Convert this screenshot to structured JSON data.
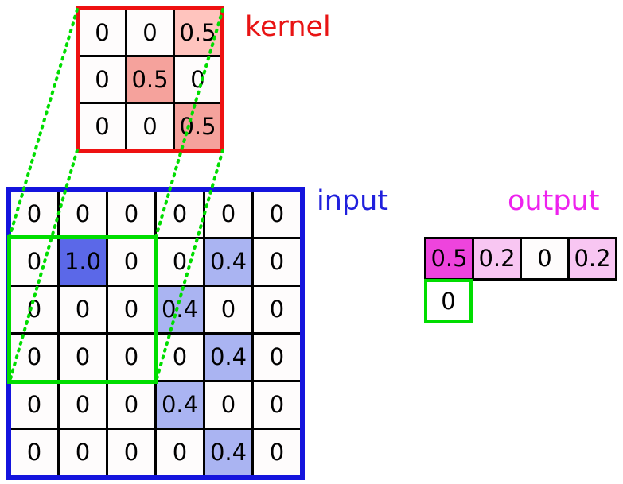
{
  "labels": {
    "kernel": "kernel",
    "input": "input",
    "output": "output"
  },
  "kernel": {
    "rows": [
      [
        "0",
        "0",
        "0.5"
      ],
      [
        "0",
        "0.5",
        "0"
      ],
      [
        "0",
        "0",
        "0.5"
      ]
    ]
  },
  "input": {
    "rows": [
      [
        "0",
        "0",
        "0",
        "0",
        "0",
        "0"
      ],
      [
        "0",
        "1.0",
        "0",
        "0",
        "0.4",
        "0"
      ],
      [
        "0",
        "0",
        "0",
        "0.4",
        "0",
        "0"
      ],
      [
        "0",
        "0",
        "0",
        "0",
        "0.4",
        "0"
      ],
      [
        "0",
        "0",
        "0",
        "0.4",
        "0",
        "0"
      ],
      [
        "0",
        "0",
        "0",
        "0",
        "0.4",
        "0"
      ]
    ]
  },
  "output": {
    "cells": [
      "0.5",
      "0.2",
      "0",
      "0.2"
    ],
    "pending": "0"
  },
  "colors": {
    "kernel_border": "#ee1111",
    "kernel_highlight": "#f5a29c",
    "kernel_highlight_light": "#ffc4be",
    "input_border": "#1414dd",
    "input_strong": "#5b68e8",
    "input_light": "#aab4f2",
    "green": "#00dd00",
    "output_strong": "#ee44dd",
    "output_light": "#f8c6f2",
    "label_kernel": "#e81414",
    "label_input": "#2020dd",
    "label_output": "#ee22ee"
  }
}
